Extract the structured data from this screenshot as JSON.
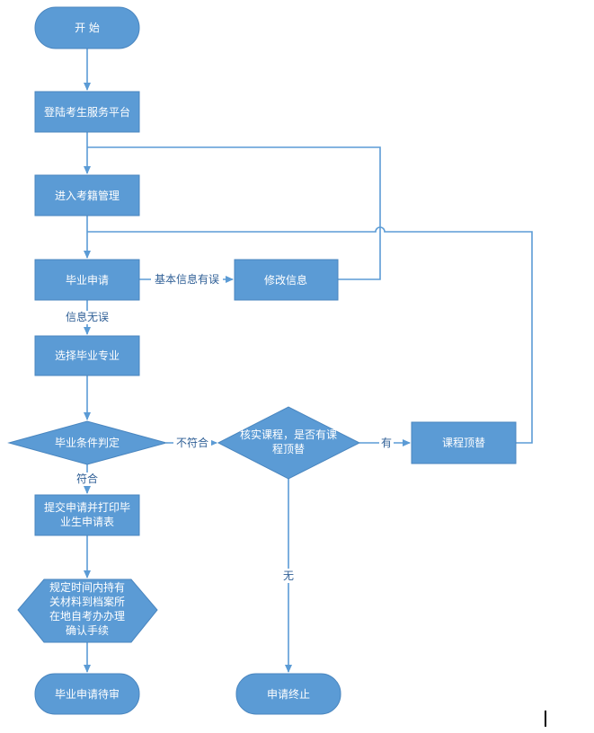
{
  "nodes": {
    "start": "开 始",
    "login": "登陆考生服务平台",
    "enter_records": "进入考籍管理",
    "apply": "毕业申请",
    "modify_info": "修改信息",
    "choose_major": "选择毕业专业",
    "condition_check": "毕业条件判定",
    "verify_courses": [
      "核实课程，是否有课",
      "程顶替"
    ],
    "course_substitution": "课程顶替",
    "submit_print": [
      "提交申请并打印毕",
      "业生申请表"
    ],
    "confirm_procedure": [
      "规定时间内持有",
      "关材料到档案所",
      "在地自考办办理",
      "确认手续"
    ],
    "pending": "毕业申请待审",
    "terminate": "申请终止"
  },
  "edge_labels": {
    "info_error": "基本信息有误",
    "info_ok": "信息无误",
    "not_qualified": "不符合",
    "qualified": "符合",
    "has_course": "有",
    "no_course": "无"
  },
  "colors": {
    "node_fill": "#5b9bd5",
    "line": "#5b9bd5",
    "label_text": "#2f5f96"
  }
}
